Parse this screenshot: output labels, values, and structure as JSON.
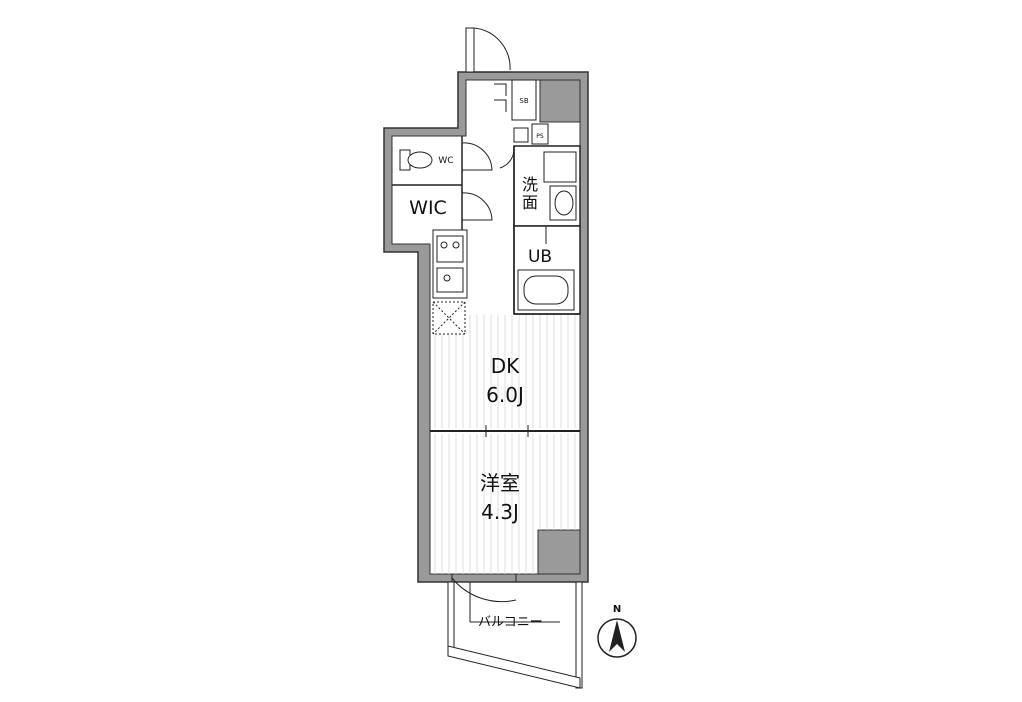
{
  "floorplan": {
    "rooms": {
      "dk": {
        "name": "DK",
        "size": "6.0J"
      },
      "western": {
        "name": "洋室",
        "size": "4.3J"
      },
      "wic": {
        "name": "WIC"
      },
      "wc": {
        "name": "WC"
      },
      "washroom": {
        "name_line1": "洗",
        "name_line2": "面"
      },
      "unit_bath": {
        "name": "UB"
      },
      "shoebox": {
        "name": "SB"
      },
      "pipe_space": {
        "name": "PS"
      },
      "balcony": {
        "name": "バルコニー"
      }
    },
    "compass": {
      "label": "N"
    },
    "colors": {
      "wall_fill": "#9a9a9a",
      "wall_outline": "#333333",
      "floor_hatch": "#d9d9d9",
      "line": "#222222"
    }
  }
}
